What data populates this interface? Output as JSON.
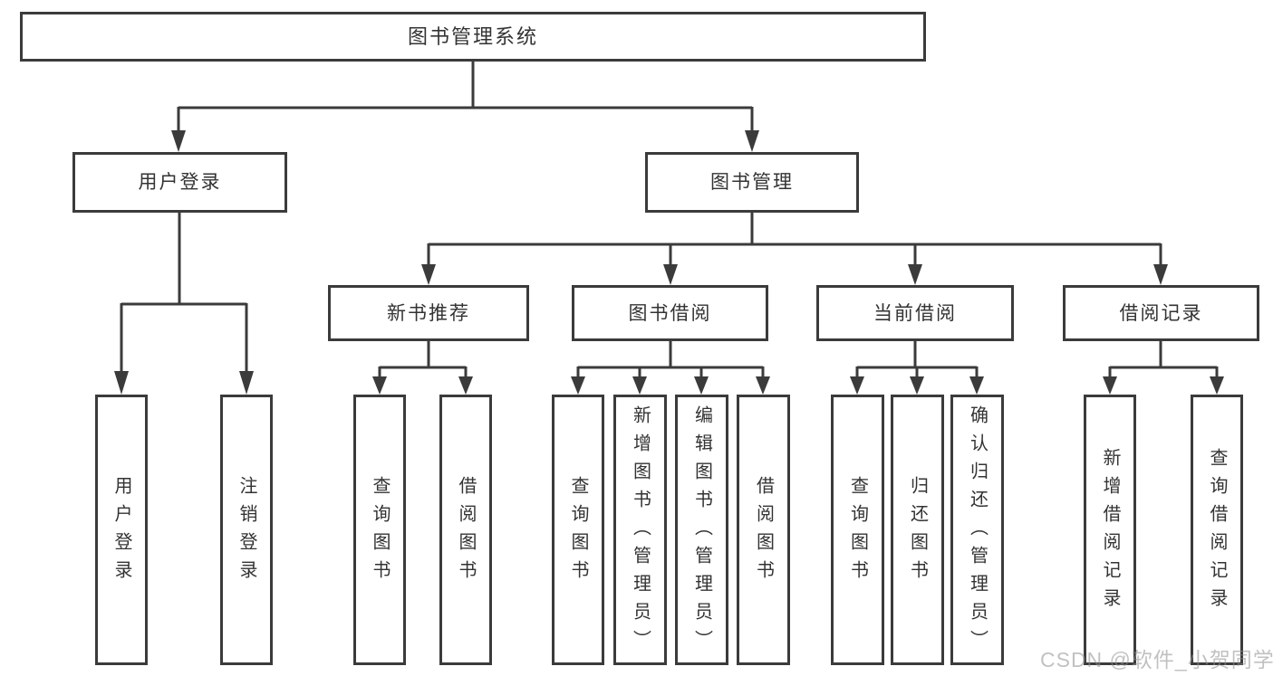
{
  "diagram": {
    "root": {
      "label": "图书管理系统"
    },
    "branches": [
      {
        "label": "用户登录",
        "children": [
          {
            "label": "用户登录"
          },
          {
            "label": "注销登录"
          }
        ]
      },
      {
        "label": "图书管理",
        "children": [
          {
            "label": "新书推荐",
            "children": [
              {
                "label": "查询图书"
              },
              {
                "label": "借阅图书"
              }
            ]
          },
          {
            "label": "图书借阅",
            "children": [
              {
                "label": "查询图书"
              },
              {
                "label": "新增图书（管理员）"
              },
              {
                "label": "编辑图书（管理员）"
              },
              {
                "label": "借阅图书"
              }
            ]
          },
          {
            "label": "当前借阅",
            "children": [
              {
                "label": "查询图书"
              },
              {
                "label": "归还图书"
              },
              {
                "label": "确认归还（管理员）"
              }
            ]
          },
          {
            "label": "借阅记录",
            "children": [
              {
                "label": "新增借阅记录"
              },
              {
                "label": "查询借阅记录"
              }
            ]
          }
        ]
      }
    ]
  },
  "watermark": "CSDN @软件_小贺同学",
  "colors": {
    "line": "#3b3b3b",
    "text": "#333333",
    "background": "#ffffff",
    "watermark": "#8f8f8f"
  }
}
